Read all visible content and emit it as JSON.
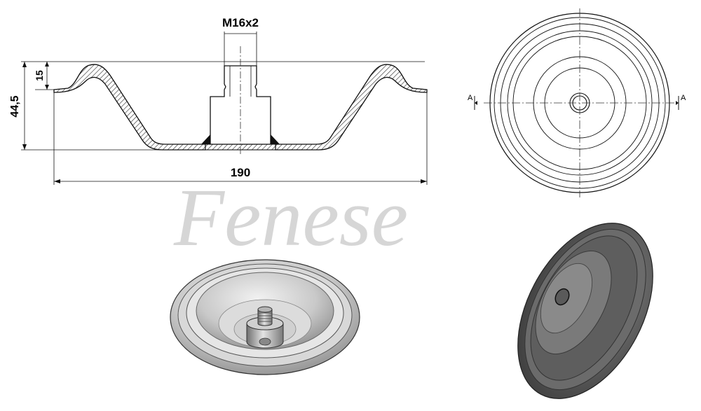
{
  "dimensions": {
    "thread": "M16x2",
    "height_total": "44,5",
    "height_rim": "15",
    "diameter": "190"
  },
  "section_marker": "A",
  "watermark": "Fenese"
}
